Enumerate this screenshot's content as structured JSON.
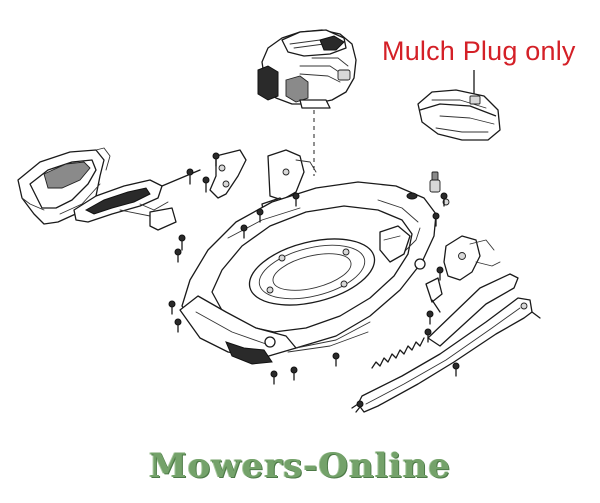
{
  "callout": {
    "label": "Mulch Plug only",
    "color": "#d42027"
  },
  "watermark": {
    "text": "Mowers-Online",
    "color": "#74a26a"
  },
  "parts": [
    "engine",
    "mulch-plug",
    "grass-bag",
    "rear-flap",
    "deck",
    "rear-guard",
    "lower-handle",
    "height-adjuster",
    "spring",
    "bolts"
  ]
}
